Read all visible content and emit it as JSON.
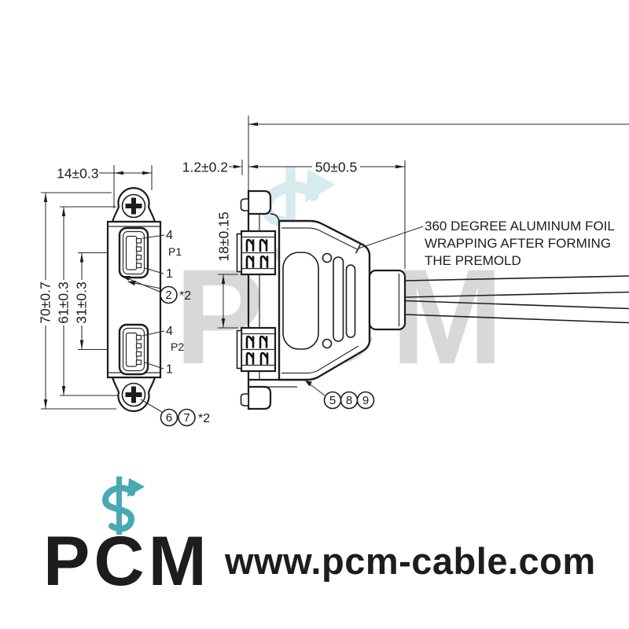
{
  "dimensions": {
    "tab_width": "14±0.3",
    "panel_thickness": "1.2±0.2",
    "premold_length": "50±0.5",
    "overall_height": "70±0.7",
    "screw_spacing": "61±0.3",
    "port_spacing": "31±0.3",
    "port_gap": "18±0.15"
  },
  "note": {
    "line1": "360 DEGREE ALUMINUM FOIL",
    "line2": "WRAPPING AFTER FORMING",
    "line3": "THE PREMOLD"
  },
  "ports": {
    "p1": {
      "name": "P1",
      "pin_top": "4",
      "pin_bottom": "1"
    },
    "p2": {
      "name": "P2",
      "pin_top": "4",
      "pin_bottom": "1"
    }
  },
  "callouts": {
    "usb_port": {
      "number": "2",
      "qty": "*2"
    },
    "screws": {
      "number_a": "6",
      "number_b": "7",
      "qty": "*2"
    },
    "premold": {
      "number_a": "5",
      "number_b": "8",
      "number_c": "9"
    }
  },
  "branding": {
    "watermark_text": "PCM",
    "logo_text": "PCM",
    "website": "www.pcm-cable.com"
  },
  "colors": {
    "accent": "#48a9b4",
    "line": "#1d1d1d"
  }
}
